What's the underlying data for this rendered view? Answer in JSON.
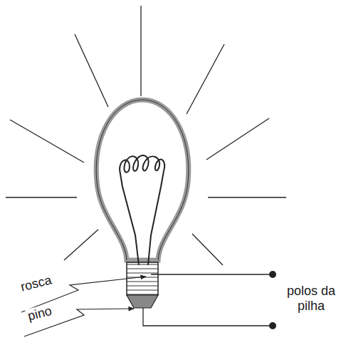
{
  "diagram": {
    "labels": [
      "rosca",
      "pino",
      "polos da pilha"
    ]
  }
}
